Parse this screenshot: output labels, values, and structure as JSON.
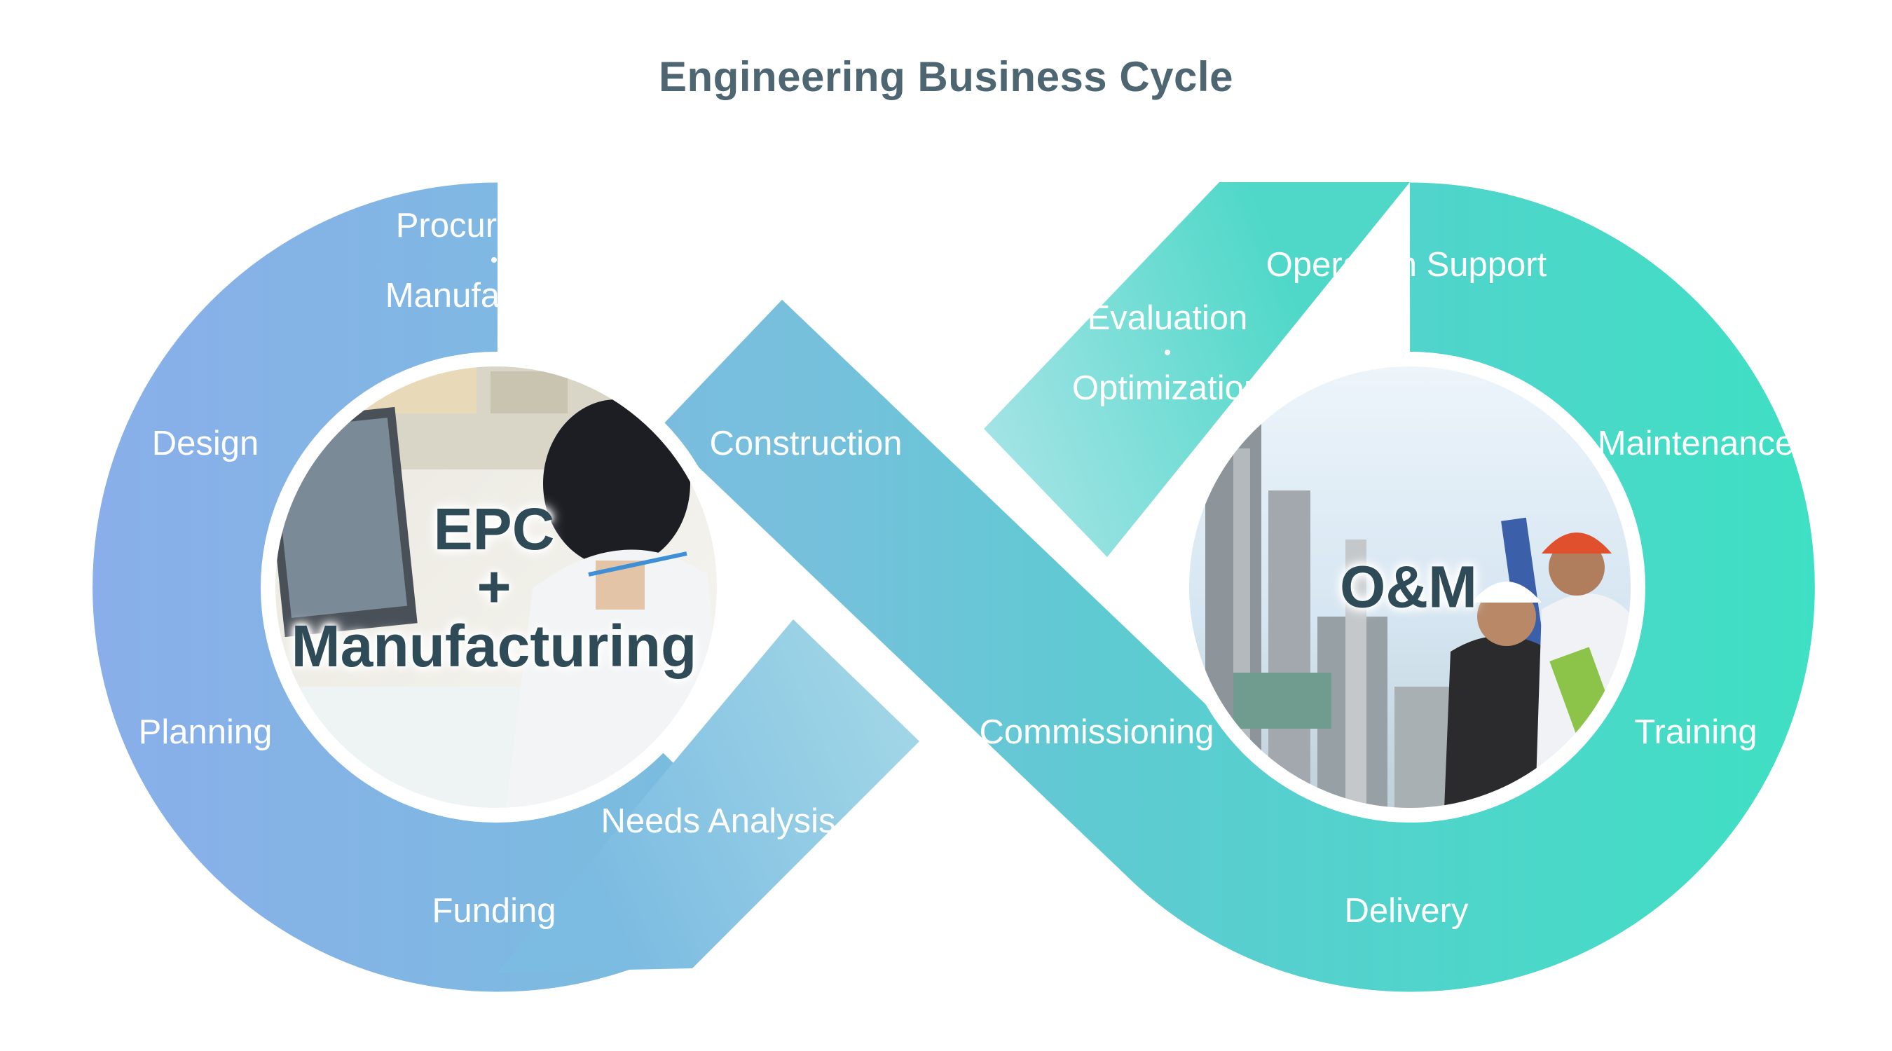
{
  "title": "Engineering Business Cycle",
  "colors": {
    "left_loop_start": "#8aaeea",
    "left_loop_end": "#76c0dc",
    "center_band": "#5fcad2",
    "right_loop_end": "#3ee0c3",
    "label_text": "#ffffff",
    "title_text": "#4d6672",
    "hub_text": "#2f4b57"
  },
  "left_loop": {
    "hub": {
      "line1": "EPC",
      "line2": "+",
      "line3": "Manufacturing"
    },
    "photo_icon": "office-worker-photo",
    "stages": {
      "procurement": "Procurement",
      "manufacturing": "Manufacturing",
      "separator": "•",
      "construction": "Construction",
      "design": "Design",
      "planning": "Planning",
      "funding": "Funding",
      "needs_analysis": "Needs Analysis"
    }
  },
  "right_loop": {
    "hub": {
      "label": "O&M"
    },
    "photo_icon": "plant-engineers-photo",
    "stages": {
      "operation_support": "Operation Support",
      "evaluation": "Evaluation",
      "separator": "•",
      "optimization": "Optimization",
      "maintenance": "Maintenance",
      "training": "Training",
      "delivery": "Delivery",
      "commissioning": "Commissioning"
    }
  }
}
